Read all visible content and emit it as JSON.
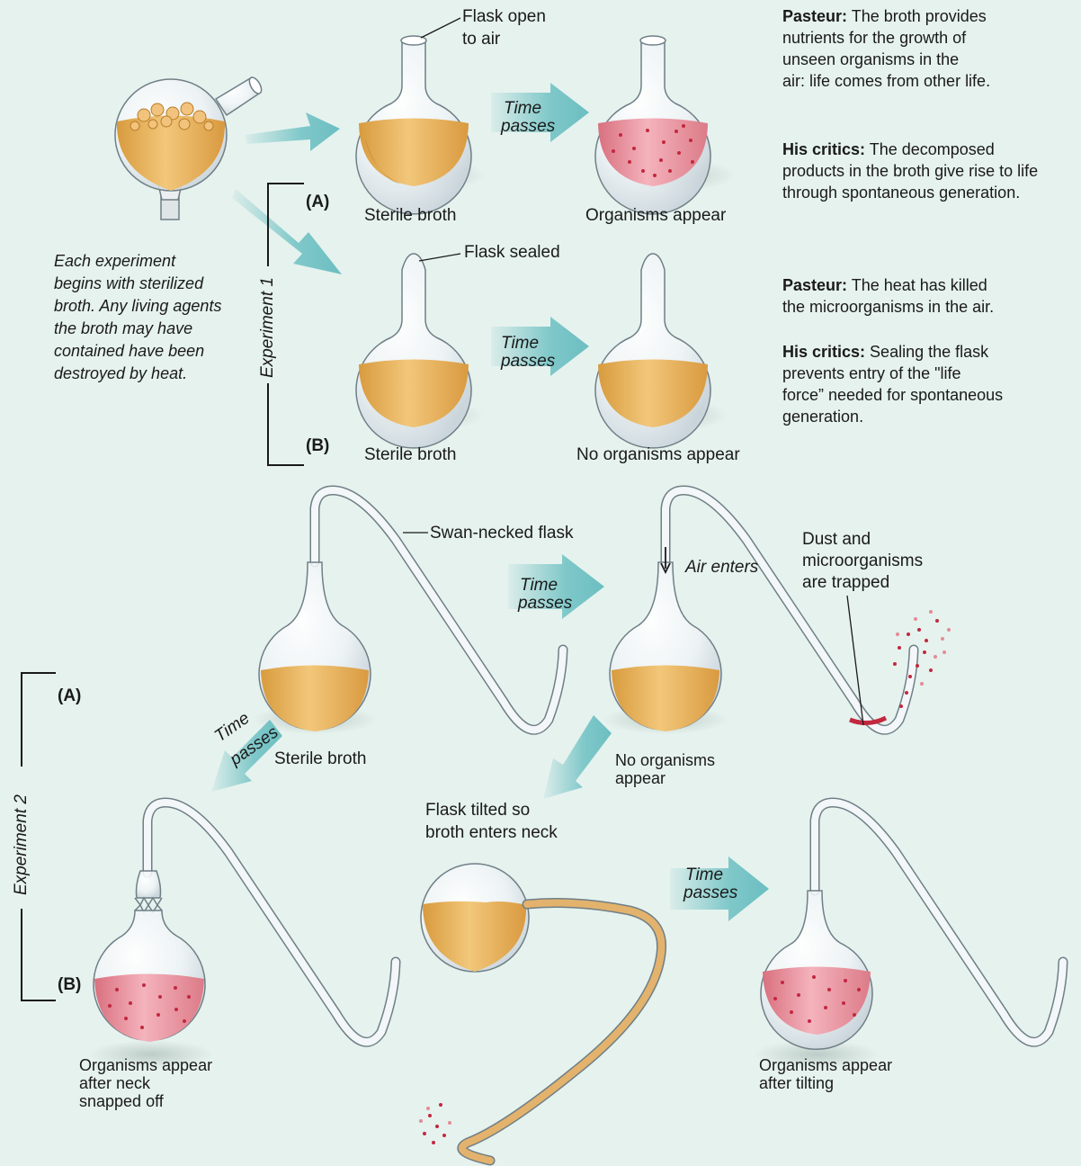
{
  "intro_text": "Each experiment begins with sterilized broth. Any living agents the broth may have contained have been destroyed by heat.",
  "intro_lines": [
    "Each experiment",
    "begins with sterilized",
    "broth. Any living agents",
    "the broth may have",
    "contained have been",
    "destroyed by heat."
  ],
  "experiment1": {
    "label": "Experiment 1",
    "part_a": "(A)",
    "part_b": "(B)",
    "open_flask_label_1": "Flask open",
    "open_flask_label_2": "to air",
    "sealed_flask_label": "Flask sealed",
    "sterile_broth_a": "Sterile broth",
    "organisms_appear": "Organisms appear",
    "sterile_broth_b": "Sterile broth",
    "no_organisms_appear": "No organisms appear",
    "time_1": "Time",
    "passes_1": "passes",
    "time_2": "Time",
    "passes_2": "passes"
  },
  "notes": {
    "a_pasteur_title": "Pasteur:",
    "a_pasteur_lines": [
      " The broth provides",
      "nutrients for the growth of",
      "unseen organisms in the",
      "air: life comes from other life."
    ],
    "a_critics_title": "His critics:",
    "a_critics_lines": [
      " The decomposed",
      "products in the broth give rise to life",
      "through spontaneous generation."
    ],
    "b_pasteur_title": "Pasteur:",
    "b_pasteur_lines": [
      " The heat has killed",
      "the microorganisms in the air."
    ],
    "b_critics_title": "His critics:",
    "b_critics_lines": [
      " Sealing the flask",
      "prevents entry of the \"life",
      "force” needed for spontaneous",
      "generation."
    ]
  },
  "experiment2": {
    "label": "Experiment 2",
    "part_a": "(A)",
    "part_b": "(B)",
    "swan_label": "Swan-necked flask",
    "sterile_broth": "Sterile broth",
    "air_enters": "Air enters",
    "dust_1": "Dust and",
    "dust_2": "microorganisms",
    "dust_3": "are trapped",
    "no_org_1": "No organisms",
    "no_org_2": "appear",
    "tilt_1": "Flask tilted so",
    "tilt_2": "broth enters neck",
    "snapped_1": "Organisms appear",
    "snapped_2": "after neck",
    "snapped_3": "snapped off",
    "tilting_1": "Organisms appear",
    "tilting_2": "after tilting",
    "time_a": "Time",
    "passes_a": "passes",
    "time_b": "Time",
    "passes_b": "passes",
    "time_c": "Time",
    "passes_c": "passes"
  },
  "colors": {
    "background": "#e6f2ee",
    "arrow": "#74c3c5",
    "broth": "#e8b25a",
    "broth_contaminated": "#e48b97",
    "glass_outline": "#6f7f86",
    "microbe": "#c2283f"
  }
}
